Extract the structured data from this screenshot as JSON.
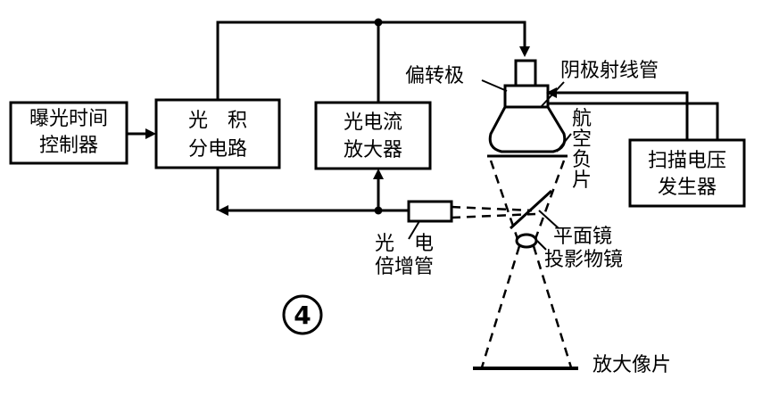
{
  "blocks": {
    "exposure_timer": [
      "曝光时间",
      "控制器"
    ],
    "photo_integrator": [
      "光　积",
      "分电路"
    ],
    "photocurrent_amp": [
      "光电流",
      "放大器"
    ],
    "scan_voltage_gen": [
      "扫描电压",
      "发生器"
    ]
  },
  "labels": {
    "deflection_pole": "偏转极",
    "crt": "阴极射线管",
    "aerial_film": [
      "航",
      "空",
      "负",
      "片"
    ],
    "pmt": [
      "光　电",
      "倍增管"
    ],
    "plane_mirror": "平面镜",
    "projection_lens": "投影物镜",
    "enlarged_print": "放大像片",
    "figure_number": "4"
  },
  "colors": {
    "ink": "#000000",
    "paper": "#ffffff"
  }
}
